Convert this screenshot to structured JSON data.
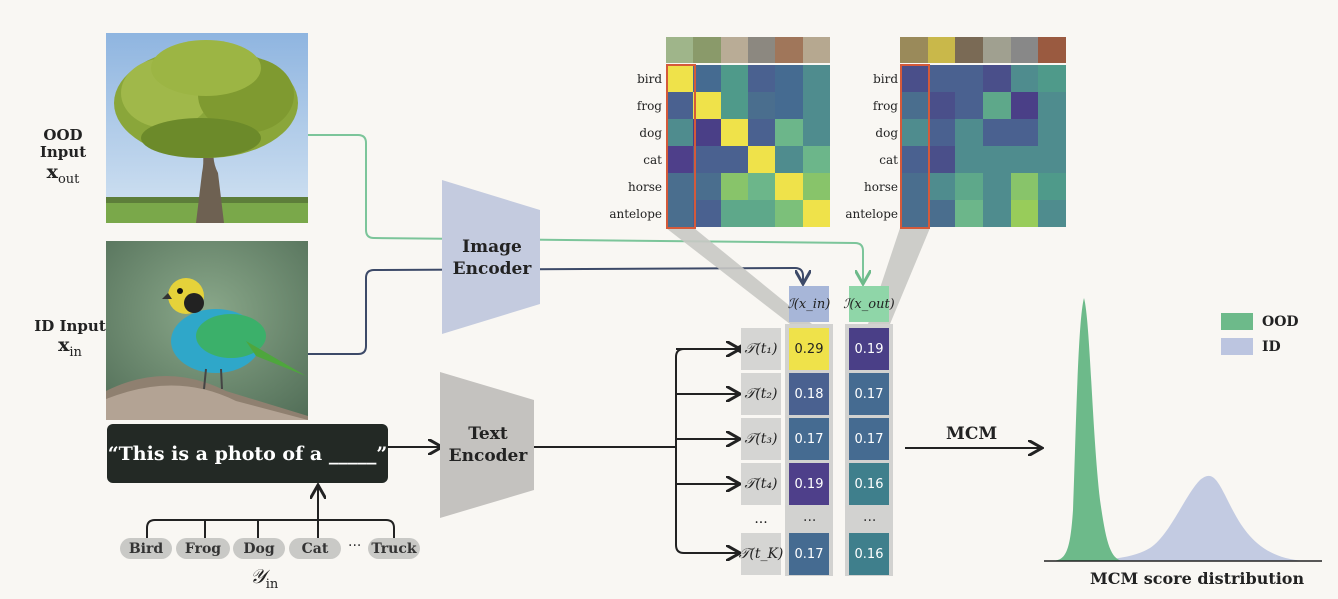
{
  "inputs": {
    "ood_label": "OOD Input",
    "ood_symbol": "x",
    "ood_sub": "out",
    "id_label": "ID Input",
    "id_symbol": "x",
    "id_sub": "in"
  },
  "encoders": {
    "image": "Image Encoder",
    "text": "Text Encoder"
  },
  "prompt": "“This is a photo of a _____”",
  "class_pills": [
    "Bird",
    "Frog",
    "Dog",
    "Cat",
    "Truck"
  ],
  "pill_ellipsis": "···",
  "label_set": "𝒴",
  "label_set_sub": "in",
  "text_features": [
    "𝒯(t₁)",
    "𝒯(t₂)",
    "𝒯(t₃)",
    "𝒯(t₄)",
    "...",
    "𝒯(t_K)"
  ],
  "image_feature_in": "ℐ(x_in)",
  "image_feature_out": "ℐ(x_out)",
  "scores_in": [
    "0.29",
    "0.18",
    "0.17",
    "0.19",
    "...",
    "0.17"
  ],
  "scores_out": [
    "0.19",
    "0.17",
    "0.17",
    "0.16",
    "...",
    "0.16"
  ],
  "heatmap_rows": [
    "bird",
    "frog",
    "dog",
    "cat",
    "horse",
    "antelope"
  ],
  "mcm_label": "MCM",
  "distribution_title": "MCM score distribution",
  "legend": {
    "ood": "OOD",
    "id": "ID"
  },
  "colors": {
    "ood_green": "#6dba8a",
    "id_blue": "#bcc5e0",
    "yellow": "#f0e04a",
    "purple": "#4c3f86",
    "teal": "#3d7f8f",
    "slate": "#3f5f8c",
    "prompt_bg": "#232925",
    "encoder_image": "#c4cbdf",
    "encoder_text": "#c4c2bf"
  },
  "chart_data": {
    "type": "area",
    "title": "MCM score distribution",
    "xlabel": "",
    "ylabel": "",
    "series": [
      {
        "name": "OOD",
        "shape": "narrow peak at low scores"
      },
      {
        "name": "ID",
        "shape": "wider peak at higher scores"
      }
    ]
  }
}
